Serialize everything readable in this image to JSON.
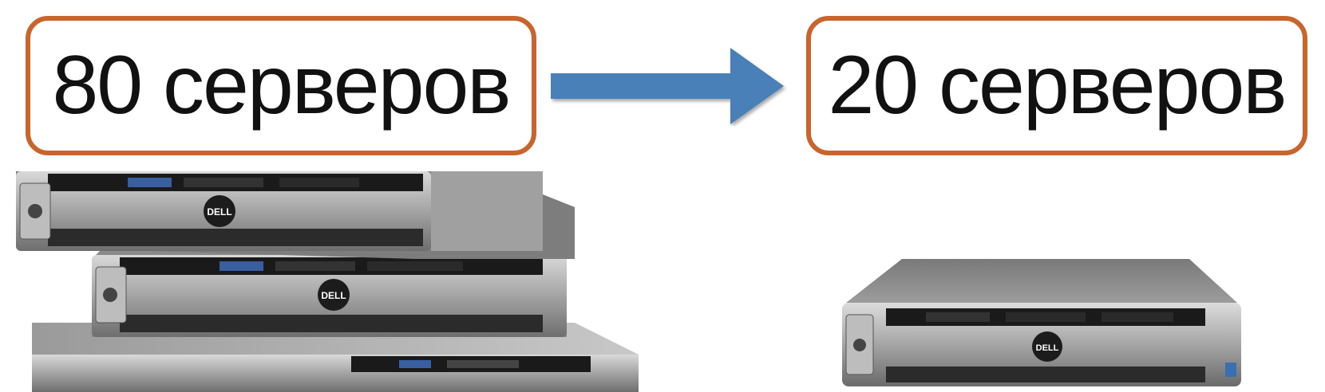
{
  "diagram": {
    "from_label": "80 серверов",
    "to_label": "20 серверов",
    "accent_color": "#c8642c",
    "arrow_color": "#4a80b8"
  },
  "images": {
    "left": {
      "description_icon": "server-stack-icon",
      "brand": "DELL"
    },
    "right": {
      "description_icon": "single-server-icon",
      "brand": "DELL"
    }
  }
}
